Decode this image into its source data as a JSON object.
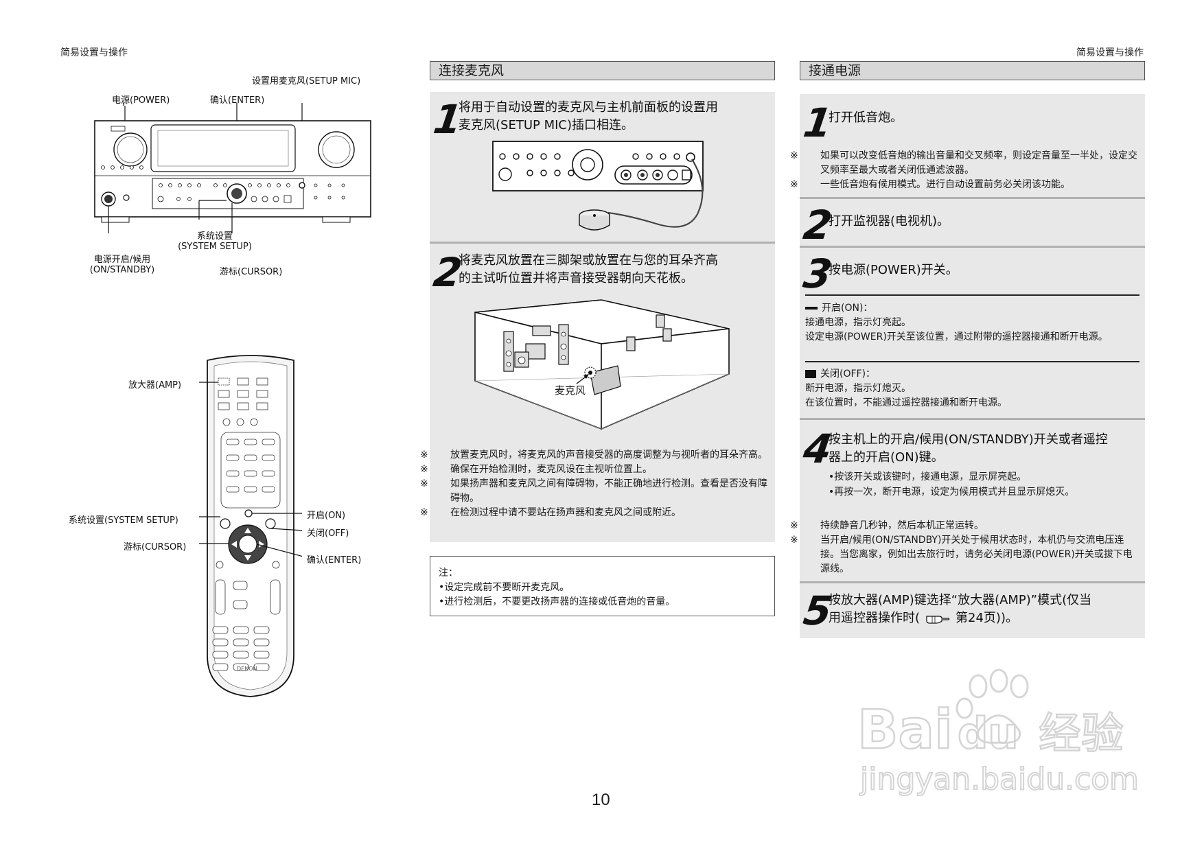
{
  "header": {
    "left": "简易设置与操作",
    "right": "简易设置与操作"
  },
  "receiver_labels": {
    "setup_mic": "设置用麦克风(SETUP MIC)",
    "power": "电源(POWER)",
    "enter": "确认(ENTER)",
    "system_setup_1": "系统设置",
    "system_setup_2": "(SYSTEM SETUP)",
    "on_standby_1": "电源开启/候用",
    "on_standby_2": "(ON/STANDBY)",
    "cursor": "游标(CURSOR)"
  },
  "remote_labels": {
    "amp": "放大器(AMP)",
    "on": "开启(ON)",
    "system_setup": "系统设置(SYSTEM SETUP)",
    "off": "关闭(OFF)",
    "cursor": "游标(CURSOR)",
    "enter": "确认(ENTER)",
    "brand": "DENON"
  },
  "mic_section": {
    "title": "连接麦克风",
    "step1_num": "1",
    "step1_text_1": "将用于自动设置的麦克风与主机前面板的设置用",
    "step1_text_2": "麦克风(SETUP MIC)插口相连。",
    "step2_num": "2",
    "step2_text_1": "将麦克风放置在三脚架或放置在与您的耳朵齐高",
    "step2_text_2": "的主试听位置并将声音接受器朝向天花板。",
    "mic_label": "麦克风",
    "notes": [
      "放置麦克风时，将麦克风的声音接受器的高度调整为与视听者的耳朵齐高。",
      "确保在开始检测时，麦克风设在主视听位置上。",
      "如果扬声器和麦克风之间有障碍物，不能正确地进行检测。查看是否没有障碍物。",
      "在检测过程中请不要站在扬声器和麦克风之间或附近。"
    ],
    "note_mark": "※",
    "caution_title": "注：",
    "caution_1": "•设定完成前不要断开麦克风。",
    "caution_2": "•进行检测后，不要更改扬声器的连接或低音炮的音量。"
  },
  "power_section": {
    "title": "接通电源",
    "note_mark": "※",
    "step1_num": "1",
    "step1_text": "打开低音炮。",
    "step1_note_1": "如果可以改变低音炮的输出音量和交叉频率，则设定音量至一半处，设定交叉频率至最大或者关闭低通滤波器。",
    "step1_note_2": "一些低音炮有候用模式。进行自动设置前务必关闭该功能。",
    "step2_num": "2",
    "step2_text": "打开监视器(电视机)。",
    "step3_num": "3",
    "step3_text": "按电源(POWER)开关。",
    "on_title": "开启(ON)：",
    "on_line1": "接通电源，指示灯亮起。",
    "on_line2": "设定电源(POWER)开关至该位置，通过附带的遥控器接通和断开电源。",
    "off_title": "关闭(OFF)：",
    "off_line1": "断开电源，指示灯熄灭。",
    "off_line2": "在该位置时，不能通过遥控器接通和断开电源。",
    "step4_num": "4",
    "step4_text_1": "按主机上的开启/候用(ON/STANDBY)开关或者遥控",
    "step4_text_2": "器上的开启(ON)键。",
    "step4_bullet_1": "•按该开关或该键时，接通电源，显示屏亮起。",
    "step4_bullet_2": "•再按一次，断开电源，设定为候用模式并且显示屏熄灭。",
    "step4_note_1": "持续静音几秒钟，然后本机正常运转。",
    "step4_note_2": "当开启/候用(ON/STANDBY)开关处于候用状态时，本机仍与交流电压连接。当您离家，例如出去旅行时，请务必关闭电源(POWER)开关或拔下电源线。",
    "step5_num": "5",
    "step5_text_1": "按放大器(AMP)键选择“放大器(AMP)”模式(仅当",
    "step5_text_2a": "用遥控器操作时(",
    "step5_text_2b": "第24页))。"
  },
  "page_number": "10",
  "watermark": {
    "logo": "Baidu经验",
    "url": "jingyan.baidu.com"
  }
}
